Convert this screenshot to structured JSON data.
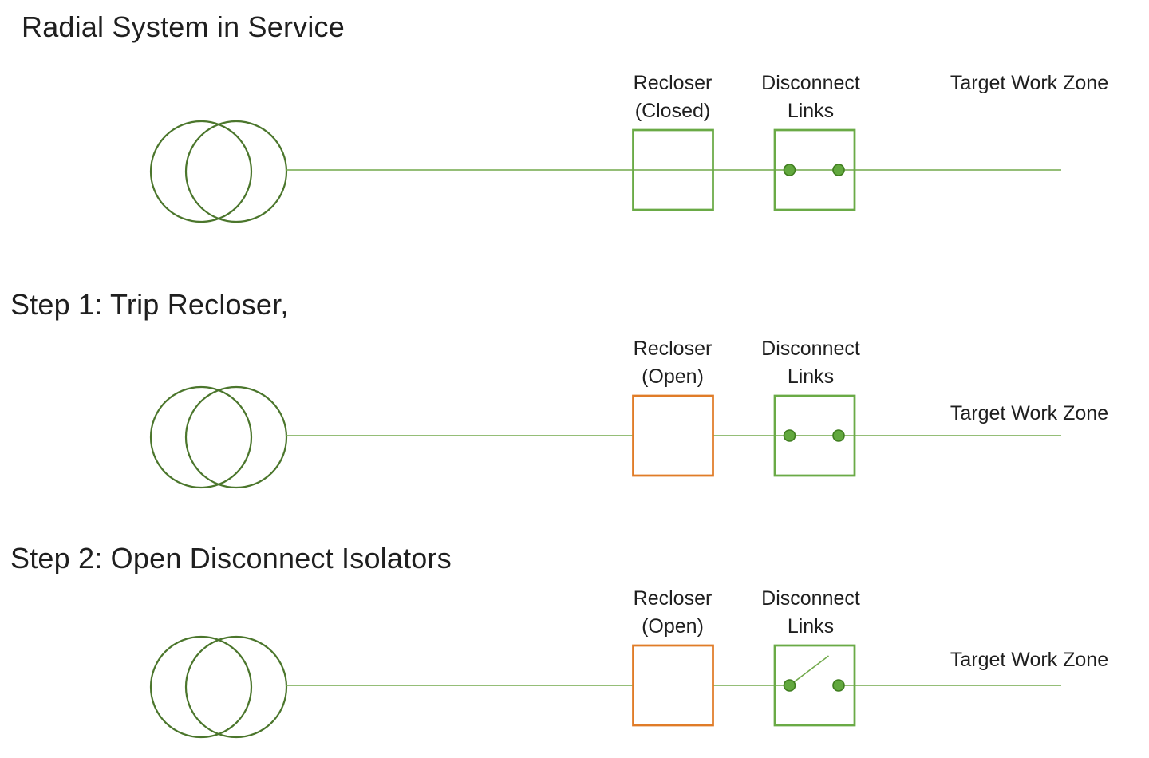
{
  "page": {
    "background": "#ffffff"
  },
  "colors": {
    "text": "#1f1f1f",
    "feeder_line": "#72a94c",
    "equipment_green": "#6aaa46",
    "transformer_green": "#4b762c",
    "dot_fill": "#62a83e",
    "dot_stroke": "#3f7d1f",
    "recloser_open_orange": "#e07c28"
  },
  "diagram": {
    "rows": [
      {
        "title": "Radial System in Service",
        "recloser_label": [
          "Recloser",
          "(Closed)"
        ],
        "links_label": [
          "Disconnect",
          "Links"
        ],
        "target_label": "Target Work Zone",
        "recloser_state": "closed",
        "links_state": "closed",
        "target_position": "high"
      },
      {
        "title": "Step 1: Trip Recloser,",
        "recloser_label": [
          "Recloser",
          "(Open)"
        ],
        "links_label": [
          "Disconnect",
          "Links"
        ],
        "target_label": "Target Work Zone",
        "recloser_state": "open",
        "links_state": "closed",
        "target_position": "line"
      },
      {
        "title": "Step 2: Open Disconnect Isolators",
        "recloser_label": [
          "Recloser",
          "(Open)"
        ],
        "links_label": [
          "Disconnect",
          "Links"
        ],
        "target_label": "Target Work Zone",
        "recloser_state": "open",
        "links_state": "open",
        "target_position": "line"
      }
    ]
  }
}
